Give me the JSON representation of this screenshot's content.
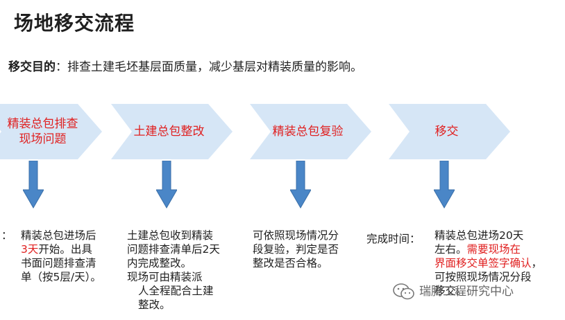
{
  "page": {
    "title": "场地移交流程",
    "purpose_label": "移交目的",
    "purpose_text": "：排查土建毛坯基层面质量，减少基层对精装质量的影响。"
  },
  "steps": [
    {
      "label": "精装总包排查现场问题"
    },
    {
      "label": "土建总包整改"
    },
    {
      "label": "精装总包复验"
    },
    {
      "label": "移交"
    }
  ],
  "descriptions": {
    "step1_prefix": "：",
    "step1_lines": [
      "精装总包进场后",
      "3天",
      "开始。出具",
      "书面问题排查清",
      "单（按5层/天）。"
    ],
    "step2_lines": [
      "土建总包收到精装",
      "问题排查清单后2天",
      "内完成整改。",
      "现场可由精装派",
      "人全程配合土建",
      "整改。"
    ],
    "step3_lines": [
      "可依照现场情况分",
      "段复验，判定是否",
      "整改是否合格。"
    ],
    "complete_label": "完成时间：",
    "step4_lines": [
      "精装总包进场20天",
      "左右。",
      "需要现场在",
      "界面移交单签字确认",
      "，",
      "可按照现场情况分段",
      "移交。"
    ]
  },
  "watermark": {
    "text": "瑞腾工程研究中心",
    "icon": "wechat-icon"
  },
  "colors": {
    "chevron": "#d6e6f6",
    "arrow": "#4a86c7",
    "accent_red": "#e02020"
  }
}
